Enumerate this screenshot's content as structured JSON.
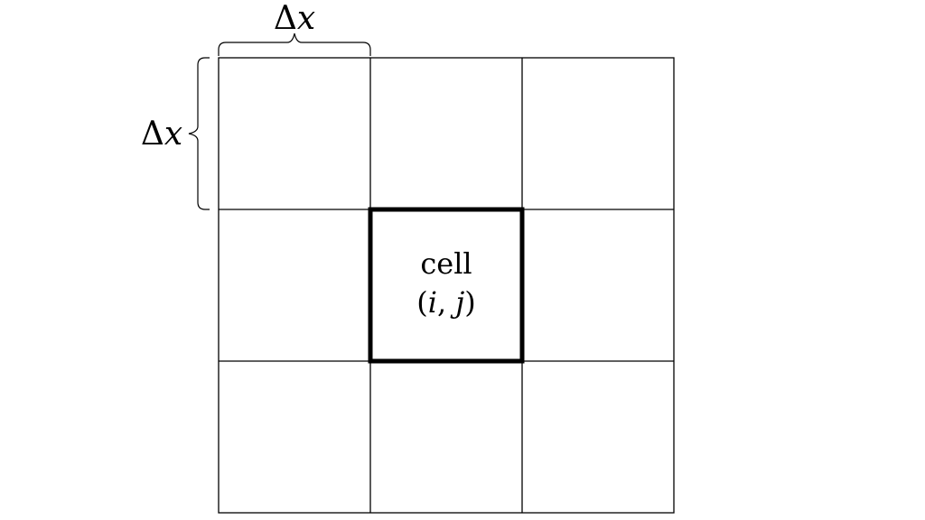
{
  "diagram": {
    "top_dimension": {
      "delta": "Δ",
      "variable": "x"
    },
    "left_dimension": {
      "delta": "Δ",
      "variable": "x"
    },
    "highlighted_cell": {
      "line1": "cell",
      "open_paren": "(",
      "i": "i",
      "comma": ", ",
      "j": "j",
      "close_paren": ")"
    },
    "grid": {
      "rows": 3,
      "cols": 3,
      "highlight_row": 1,
      "highlight_col": 1
    },
    "colors": {
      "line": "#000000",
      "background": "#ffffff"
    }
  }
}
